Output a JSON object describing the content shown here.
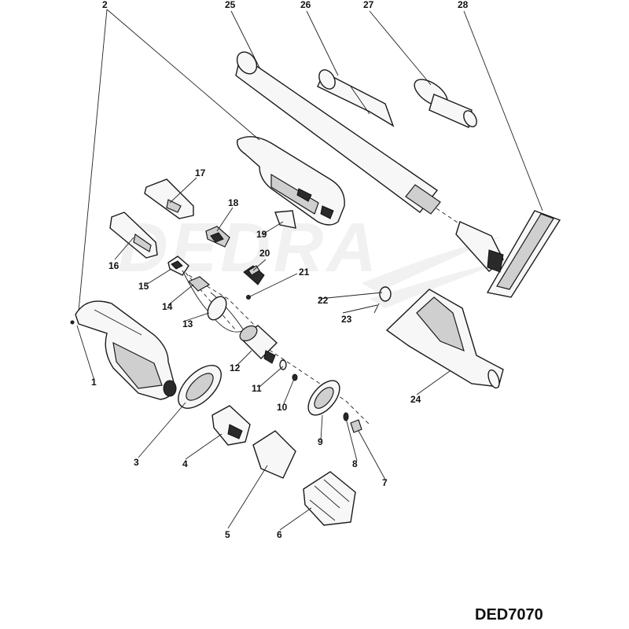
{
  "diagram": {
    "model": "DED7070",
    "brand_lettering": "DEDRA",
    "callouts": [
      "1",
      "2",
      "3",
      "4",
      "5",
      "6",
      "7",
      "8",
      "9",
      "10",
      "11",
      "12",
      "13",
      "14",
      "15",
      "16",
      "17",
      "18",
      "19",
      "20",
      "21",
      "22",
      "23",
      "24",
      "25",
      "26",
      "27",
      "28"
    ]
  }
}
